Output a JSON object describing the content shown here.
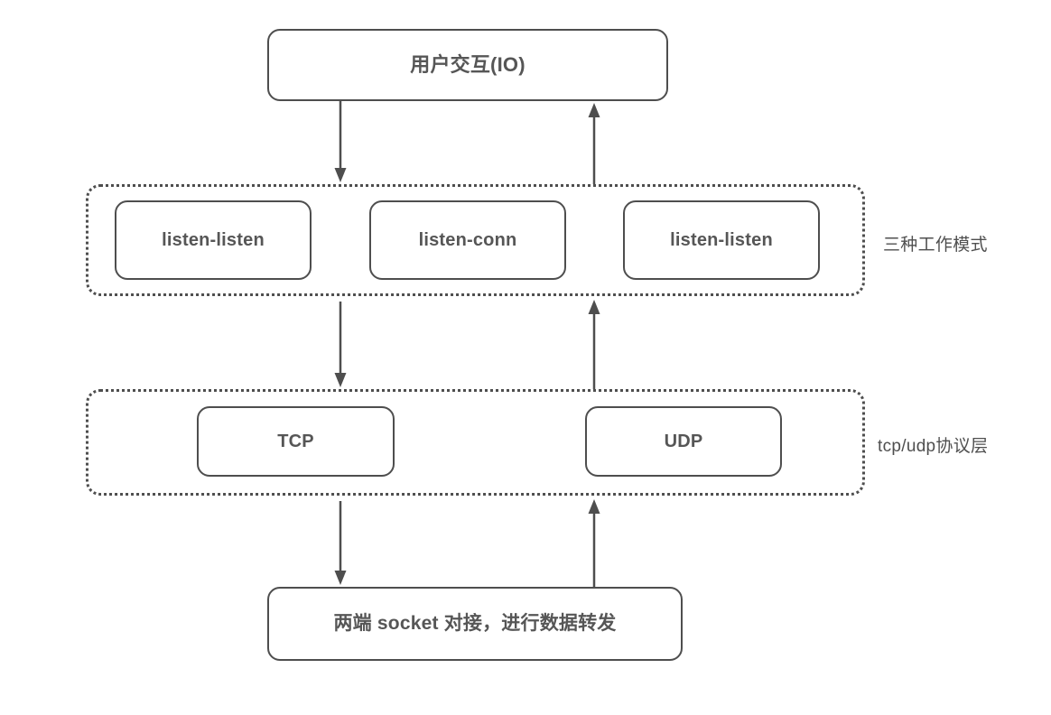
{
  "diagram": {
    "background_color": "#ffffff",
    "stroke_color": "#4e4e4e",
    "text_color": "#565656",
    "nodes": {
      "user_io": {
        "label": "用户交互(IO)"
      },
      "socket": {
        "label": "两端 socket 对接，进行数据转发"
      }
    },
    "groups": [
      {
        "side_label": "三种工作模式",
        "boxes": [
          {
            "label": "listen-listen"
          },
          {
            "label": "listen-conn"
          },
          {
            "label": "listen-listen"
          }
        ]
      },
      {
        "side_label": "tcp/udp协议层",
        "boxes": [
          {
            "label": "TCP"
          },
          {
            "label": "UDP"
          }
        ]
      }
    ],
    "arrows": [
      {
        "name": "io-to-modes",
        "direction": "down"
      },
      {
        "name": "modes-to-io",
        "direction": "up"
      },
      {
        "name": "modes-to-protocol",
        "direction": "down"
      },
      {
        "name": "protocol-to-modes",
        "direction": "up"
      },
      {
        "name": "protocol-to-socket",
        "direction": "down"
      },
      {
        "name": "socket-to-protocol",
        "direction": "up"
      }
    ]
  }
}
